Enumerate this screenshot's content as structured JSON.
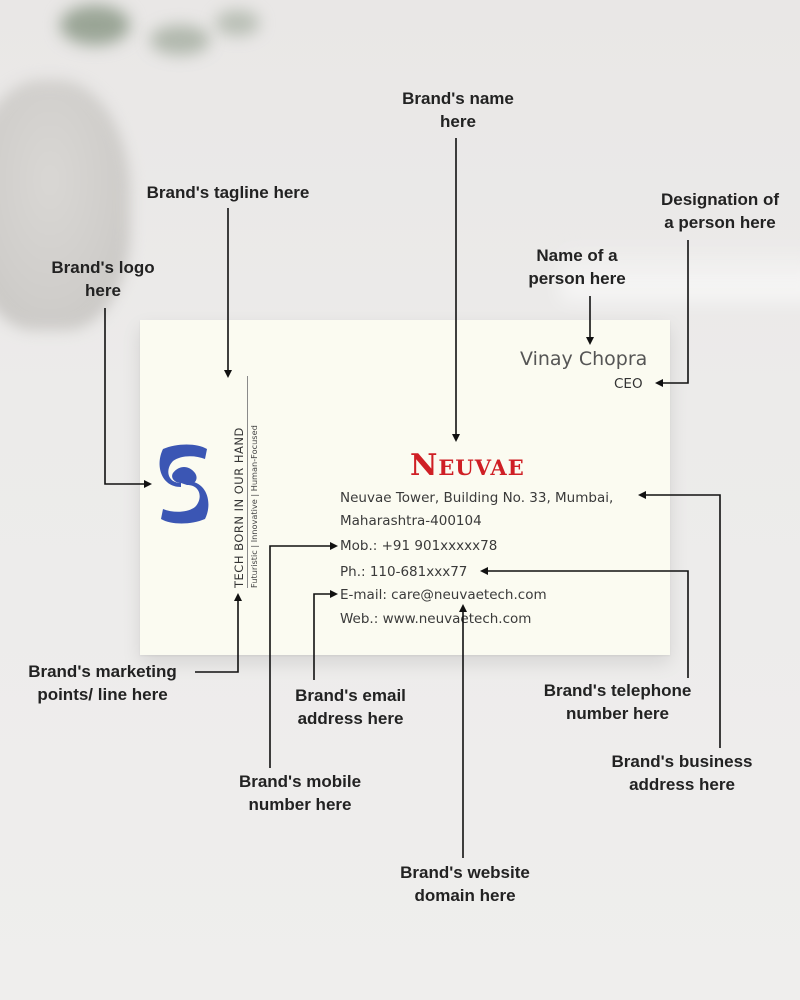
{
  "card": {
    "brand_name": "Neuvae",
    "tagline": "TECH BORN IN OUR HAND",
    "marketing_line": "Futuristic | Innovative | Human-Focused",
    "person_name": "Vinay Chopra",
    "designation": "CEO",
    "address_line1": "Neuvae Tower, Building No. 33, Mumbai,",
    "address_line2": "Maharashtra-400104",
    "mobile": "Mob.: +91 901xxxxx78",
    "phone": "Ph.: 110-681xxx77",
    "email": "E-mail: care@neuvaetech.com",
    "web": "Web.: www.neuvaetech.com",
    "colors": {
      "brand": "#cf1f25",
      "logo": "#3b56b4",
      "card": "#fbfbf1"
    }
  },
  "labels": {
    "brand_name": [
      "Brand's name",
      "here"
    ],
    "tagline": [
      "Brand's tagline here"
    ],
    "logo": [
      "Brand's logo",
      "here"
    ],
    "designation": [
      "Designation of",
      "a person here"
    ],
    "person_name": [
      "Name of a",
      "person here"
    ],
    "marketing": [
      "Brand's marketing",
      "points/ line here"
    ],
    "email": [
      "Brand's email",
      "address here"
    ],
    "telephone": [
      "Brand's telephone",
      "number here"
    ],
    "mobile": [
      "Brand's mobile",
      "number here"
    ],
    "business_address": [
      "Brand's business",
      "address here"
    ],
    "website": [
      "Brand's website",
      "domain here"
    ]
  }
}
